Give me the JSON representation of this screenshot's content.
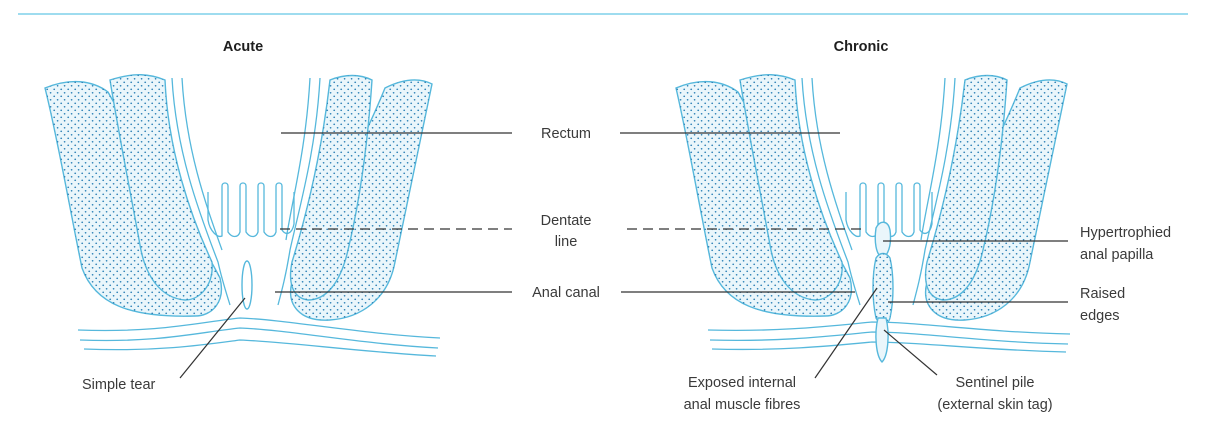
{
  "colors": {
    "outline": "#56b8dc",
    "muscle_fill": "#eaf6fb",
    "stipple": "#2a7fb5",
    "top_rule": "#7fd0ea",
    "leader_line": "#333333"
  },
  "panels": {
    "acute": {
      "title": "Acute",
      "simple_tear": "Simple tear"
    },
    "chronic": {
      "title": "Chronic",
      "hypertrophied": [
        "Hypertrophied",
        "anal papilla"
      ],
      "raised_edges": [
        "Raised",
        "edges"
      ],
      "exposed_fibres": [
        "Exposed internal",
        "anal muscle fibres"
      ],
      "sentinel_pile": [
        "Sentinel pile",
        "(external skin tag)"
      ]
    }
  },
  "center_labels": {
    "rectum": "Rectum",
    "dentate": [
      "Dentate",
      "line"
    ],
    "anal_canal": "Anal canal"
  }
}
